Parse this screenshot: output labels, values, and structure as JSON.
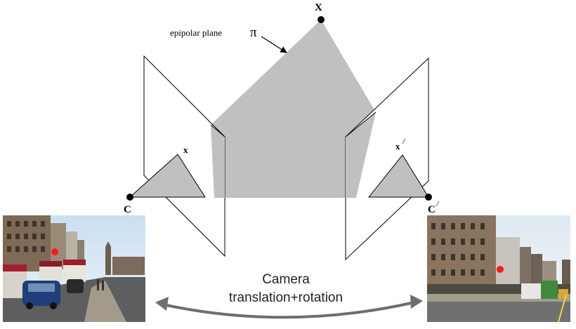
{
  "diagram": {
    "labels": {
      "point_X": "X",
      "plane_label": "epipolar plane",
      "plane_symbol": "π",
      "left_point": "x",
      "left_center": "C",
      "right_point": "x",
      "right_point_prime": "/",
      "right_center": "C",
      "right_center_prime": "/",
      "motion_line1": "Camera",
      "motion_line2": "translation+rotation"
    },
    "colors": {
      "plane_fill": "#c0c0c0",
      "outline": "#000000",
      "arrow": "#6e6e6e",
      "marker": "#ff1a1a"
    },
    "photos": {
      "left": {
        "description_icon": "street-photo-left",
        "marker": "red-dot"
      },
      "right": {
        "description_icon": "street-photo-right",
        "marker": "red-dot"
      }
    }
  }
}
